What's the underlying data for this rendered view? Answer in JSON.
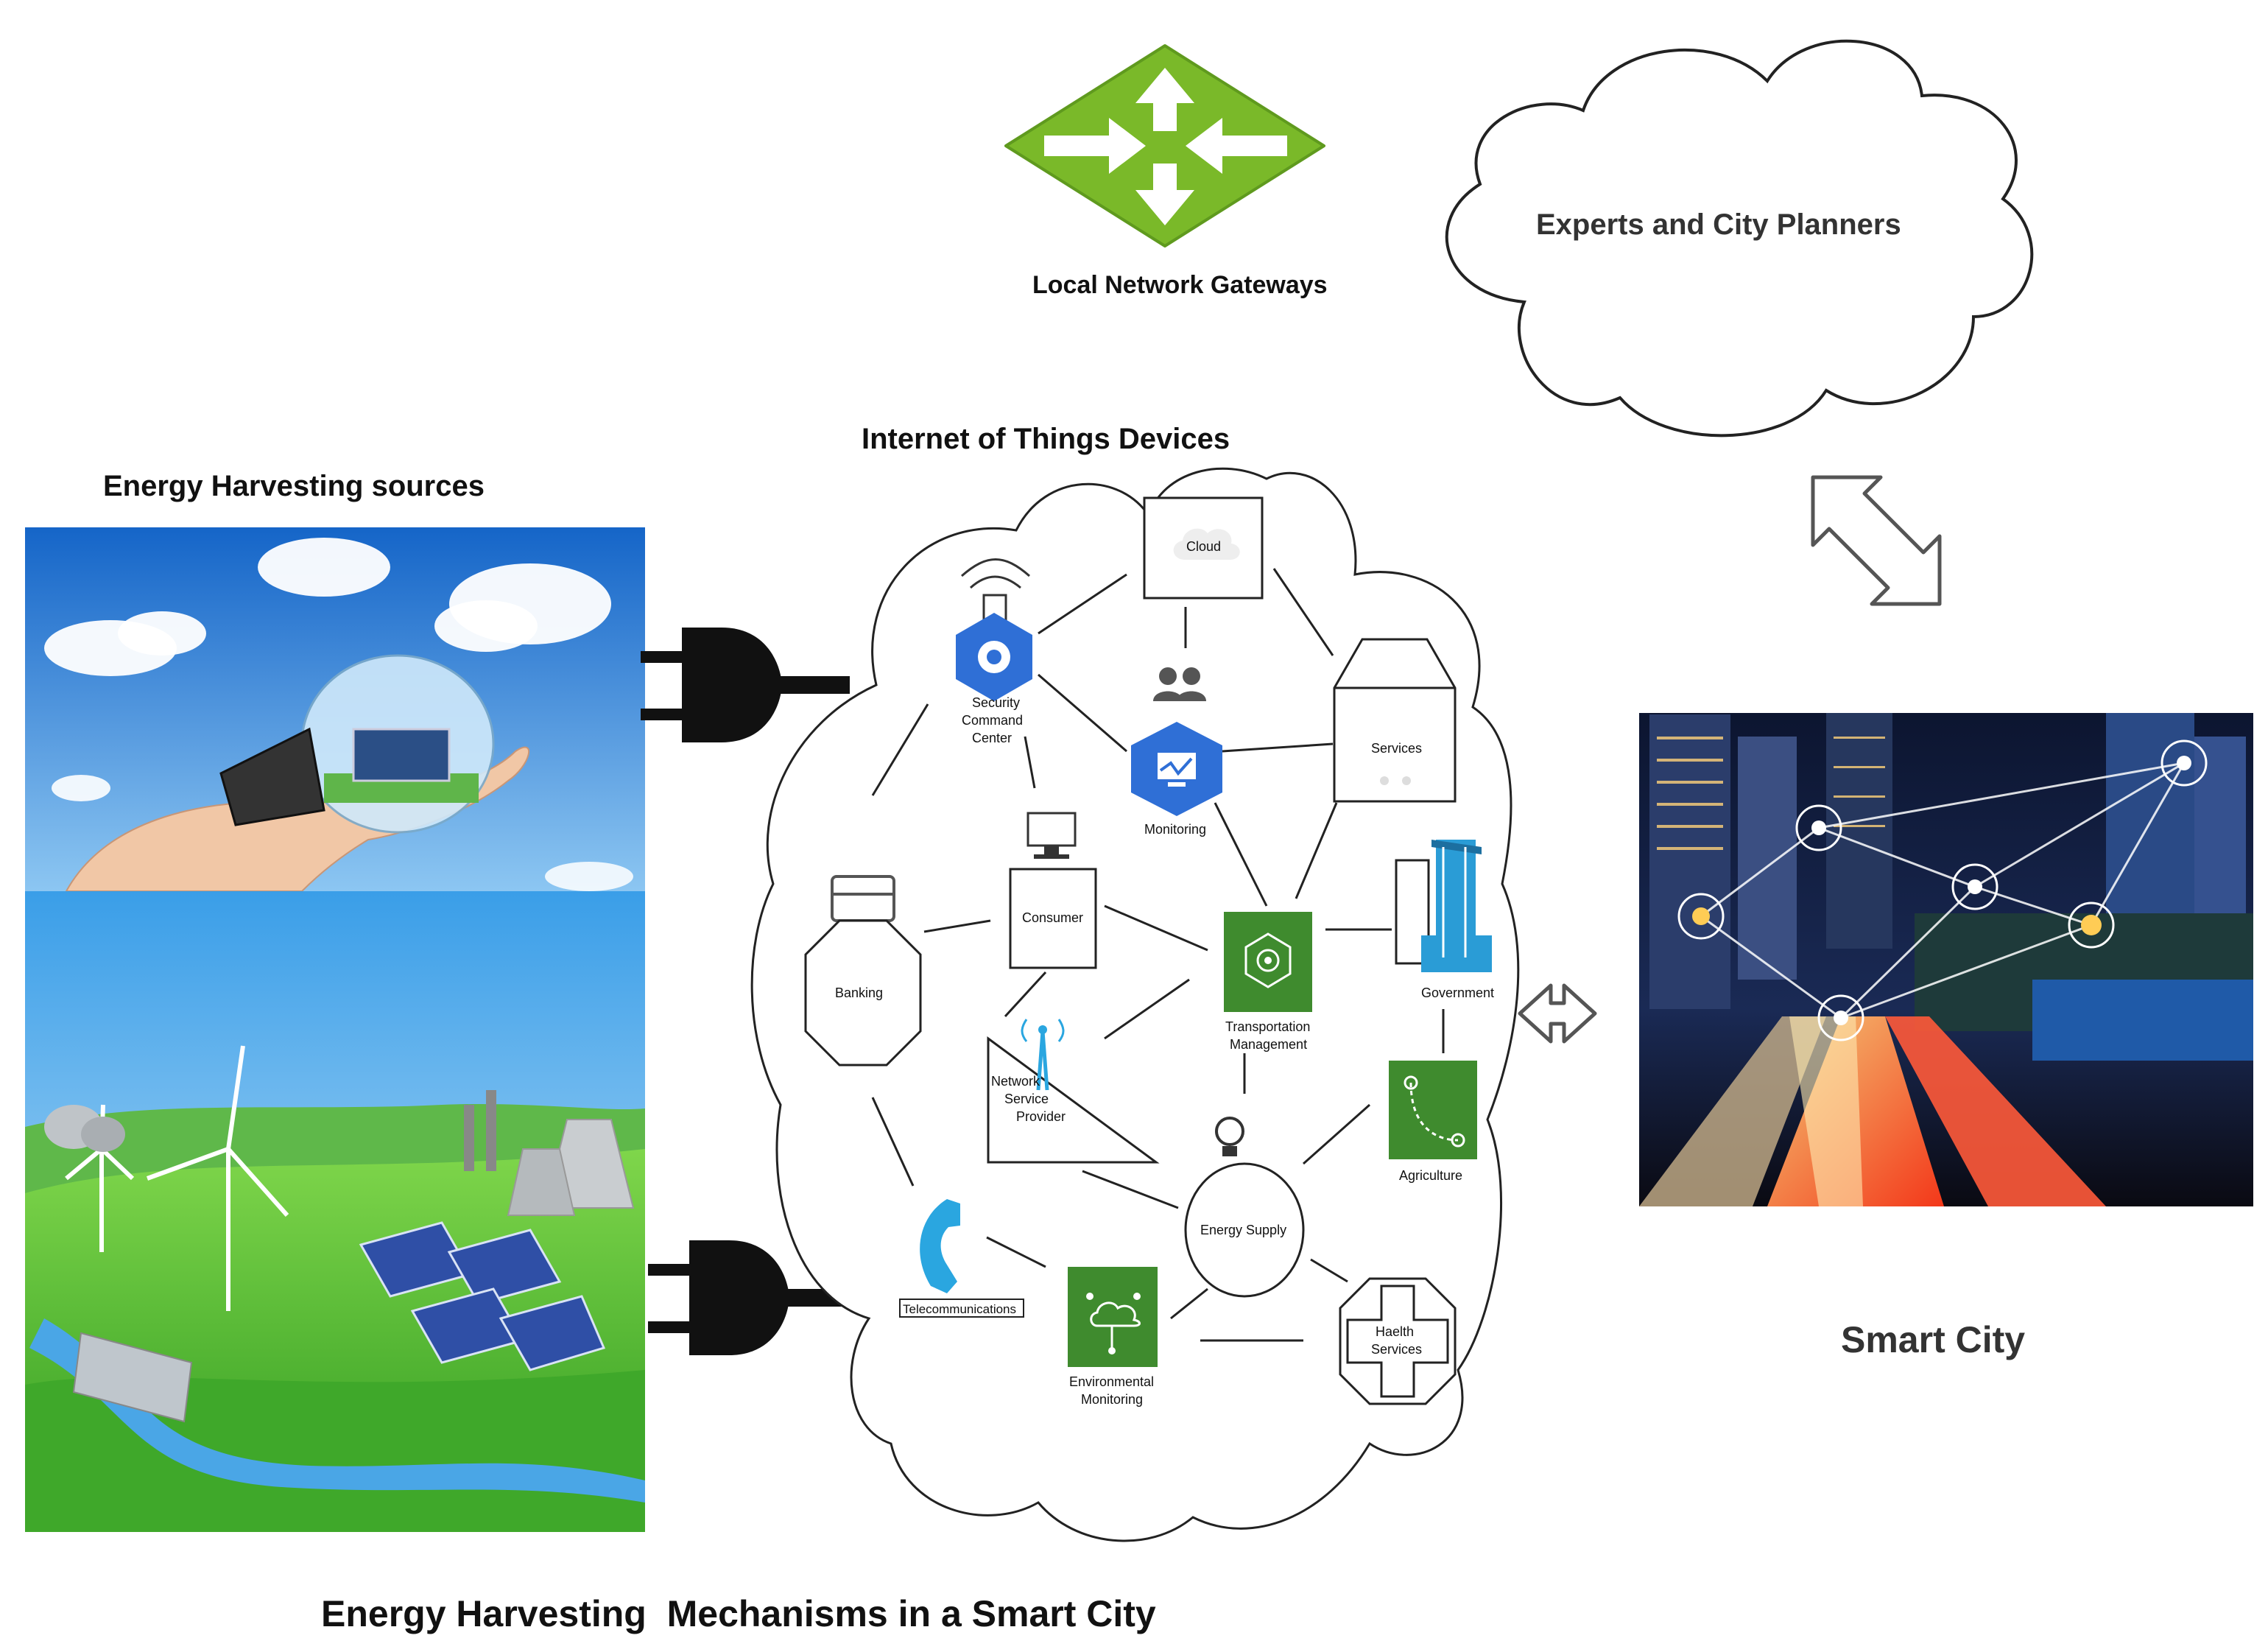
{
  "gateway": {
    "label": "Local Network Gateways",
    "icon": "gateway-arrows-icon",
    "color": "#7ab929"
  },
  "experts": {
    "label": "Experts and City Planners",
    "icon": "cloud-icon"
  },
  "energy": {
    "title": "Energy Harvesting sources"
  },
  "iot": {
    "title": "Internet of Things Devices",
    "nodes": {
      "cloud": "Cloud",
      "security_line1": "Security",
      "security_line2": "Command",
      "security_line3": "Center",
      "monitoring": "Monitoring",
      "services": "Services",
      "consumer": "Consumer",
      "banking": "Banking",
      "government": "Government",
      "transport_line1": "Transportation",
      "transport_line2": "Management",
      "nsp_line1": "Network",
      "nsp_line2": "Service",
      "nsp_line3": "Provider",
      "agriculture": "Agriculture",
      "energy_supply": "Energy Supply",
      "telecom": "Telecommunications",
      "env_line1": "Environmental",
      "env_line2": "Monitoring",
      "health_line1": "Haelth",
      "health_line2": "Services"
    }
  },
  "smart_city": {
    "label": "Smart City"
  },
  "caption": "Energy Harvesting  Mechanisms in a Smart City",
  "colors": {
    "green": "#3f8b2e",
    "gcp_blue": "#2f6fd6",
    "gov_blue": "#2a9cd6",
    "telecom_blue": "#2aa6e0",
    "gateway_green": "#7ab929"
  }
}
